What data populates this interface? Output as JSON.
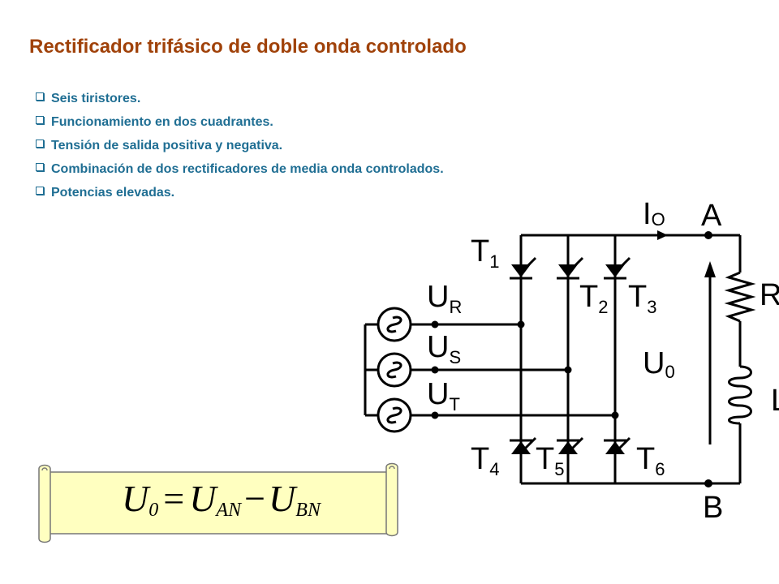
{
  "title": "Rectificador trifásico de doble onda controlado",
  "bullets": [
    "Seis tiristores.",
    "Funcionamiento en dos cuadrantes.",
    "Tensión de salida positiva y negativa.",
    "Combinación de dos rectificadores de media onda controlados.",
    "Potencias elevadas."
  ],
  "circuit": {
    "current": {
      "main": "I",
      "sub": "O"
    },
    "node_a": "A",
    "node_b": "B",
    "resistor": "R",
    "inductor": "L",
    "output_voltage": {
      "main": "U",
      "sub": "0"
    },
    "sources": [
      {
        "main": "U",
        "sub": "R"
      },
      {
        "main": "U",
        "sub": "S"
      },
      {
        "main": "U",
        "sub": "T"
      }
    ],
    "thyristors": [
      {
        "main": "T",
        "sub": "1"
      },
      {
        "main": "T",
        "sub": "2"
      },
      {
        "main": "T",
        "sub": "3"
      },
      {
        "main": "T",
        "sub": "4"
      },
      {
        "main": "T",
        "sub": "5"
      },
      {
        "main": "T",
        "sub": "6"
      }
    ]
  },
  "formula": {
    "lhs": "U",
    "lhs_sub": "0",
    "equals": "=",
    "term1": "U",
    "term1_sub": "AN",
    "minus": "−",
    "term2": "U",
    "term2_sub": "BN"
  },
  "colors": {
    "title": "#a0420a",
    "bullets": "#1f6e93",
    "scroll_fill": "#ffffc0"
  }
}
